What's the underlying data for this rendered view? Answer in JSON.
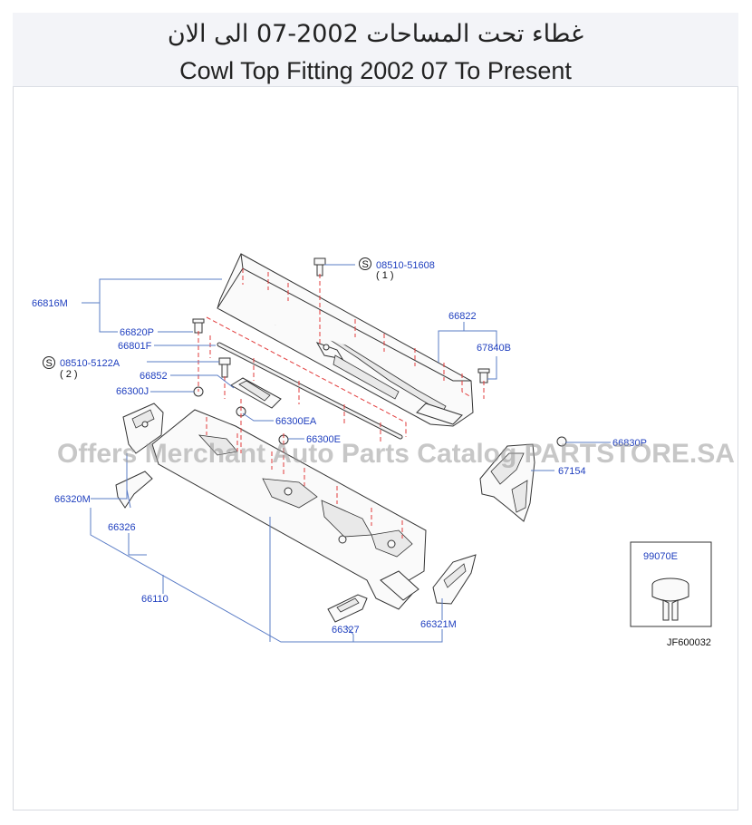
{
  "title_ar": "غطاء تحت المساحات 2002-07 الى الان",
  "title_en": "Cowl Top Fitting 2002 07 To Present",
  "watermark": "Offers Merchant Auto Parts Catalog PARTSTORE.SA",
  "diagram_code": "JF600032",
  "bolt_symbol": "S",
  "parts": {
    "p66816M": "66816M",
    "p66820P": "66820P",
    "p66801F": "66801F",
    "p08510_5122A": "08510-5122A",
    "p08510_5122A_qty": "( 2 )",
    "p66852": "66852",
    "p66300J": "66300J",
    "p66300EA": "66300EA",
    "p66300E": "66300E",
    "p08510_51608": "08510-51608",
    "p08510_51608_qty": "( 1 )",
    "p66822": "66822",
    "p67840B": "67840B",
    "p66830P": "66830P",
    "p67154": "67154",
    "p66320M": "66320M",
    "p66326": "66326",
    "p66110": "66110",
    "p66327": "66327",
    "p66321M": "66321M",
    "p99070E": "99070E"
  }
}
